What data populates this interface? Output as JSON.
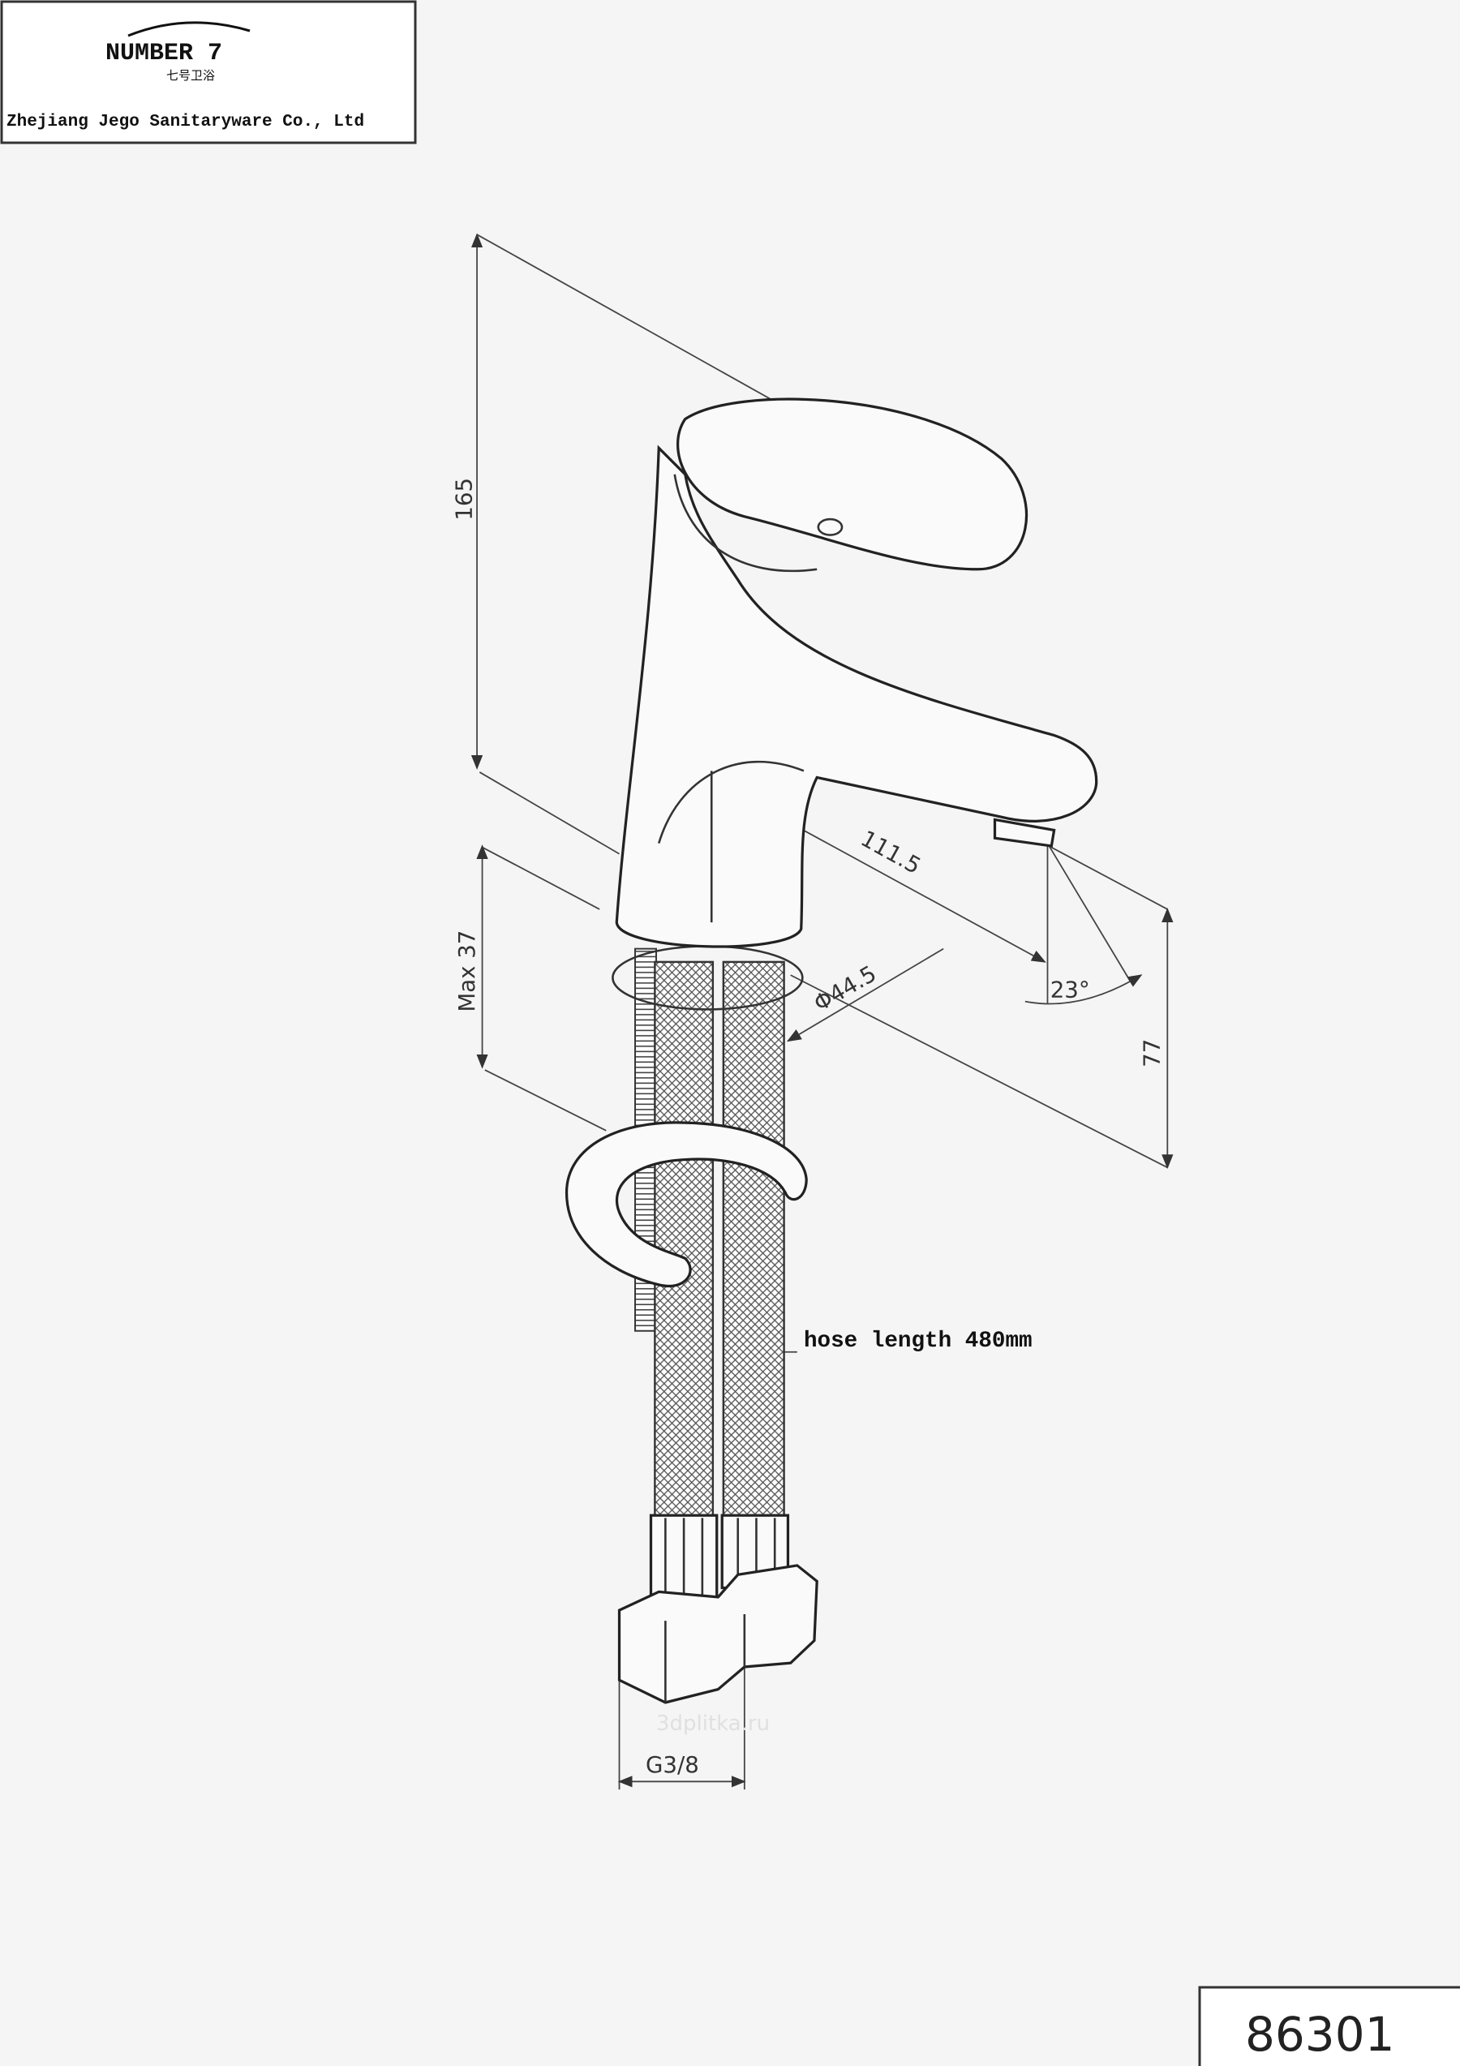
{
  "header": {
    "logo_text": "NUMBER 7",
    "logo_subtitle_cn": "七号卫浴",
    "company": "Zhejiang Jego Sanitaryware Co., Ltd"
  },
  "dimensions": {
    "height": "165",
    "spout_reach": "111.5",
    "base_diameter": "Φ44.5",
    "spout_angle": "23°",
    "spout_height": "77",
    "max_deck_thickness": "Max 37",
    "hose_length": "hose length 480mm",
    "thread": "G3/8"
  },
  "watermark": "3dplitka.ru",
  "model_number": "86301",
  "colors": {
    "background": "#f5f5f5",
    "line": "#222222"
  }
}
